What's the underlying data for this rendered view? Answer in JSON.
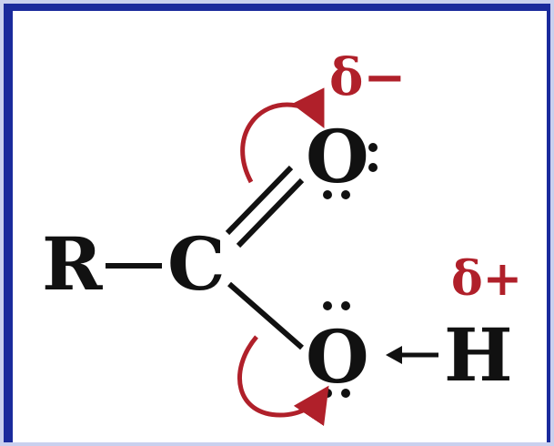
{
  "molecule": {
    "atoms": {
      "r": "R",
      "c": "C",
      "o_carbonyl": "O",
      "o_hydroxyl": "O",
      "h": "H"
    },
    "charges": {
      "oxygen_partial": "δ−",
      "hydrogen_partial": "δ+"
    }
  },
  "colors": {
    "frame": "#1a2a9c",
    "background": "#ffffff",
    "ink": "#111111",
    "accent": "#b0202a"
  }
}
